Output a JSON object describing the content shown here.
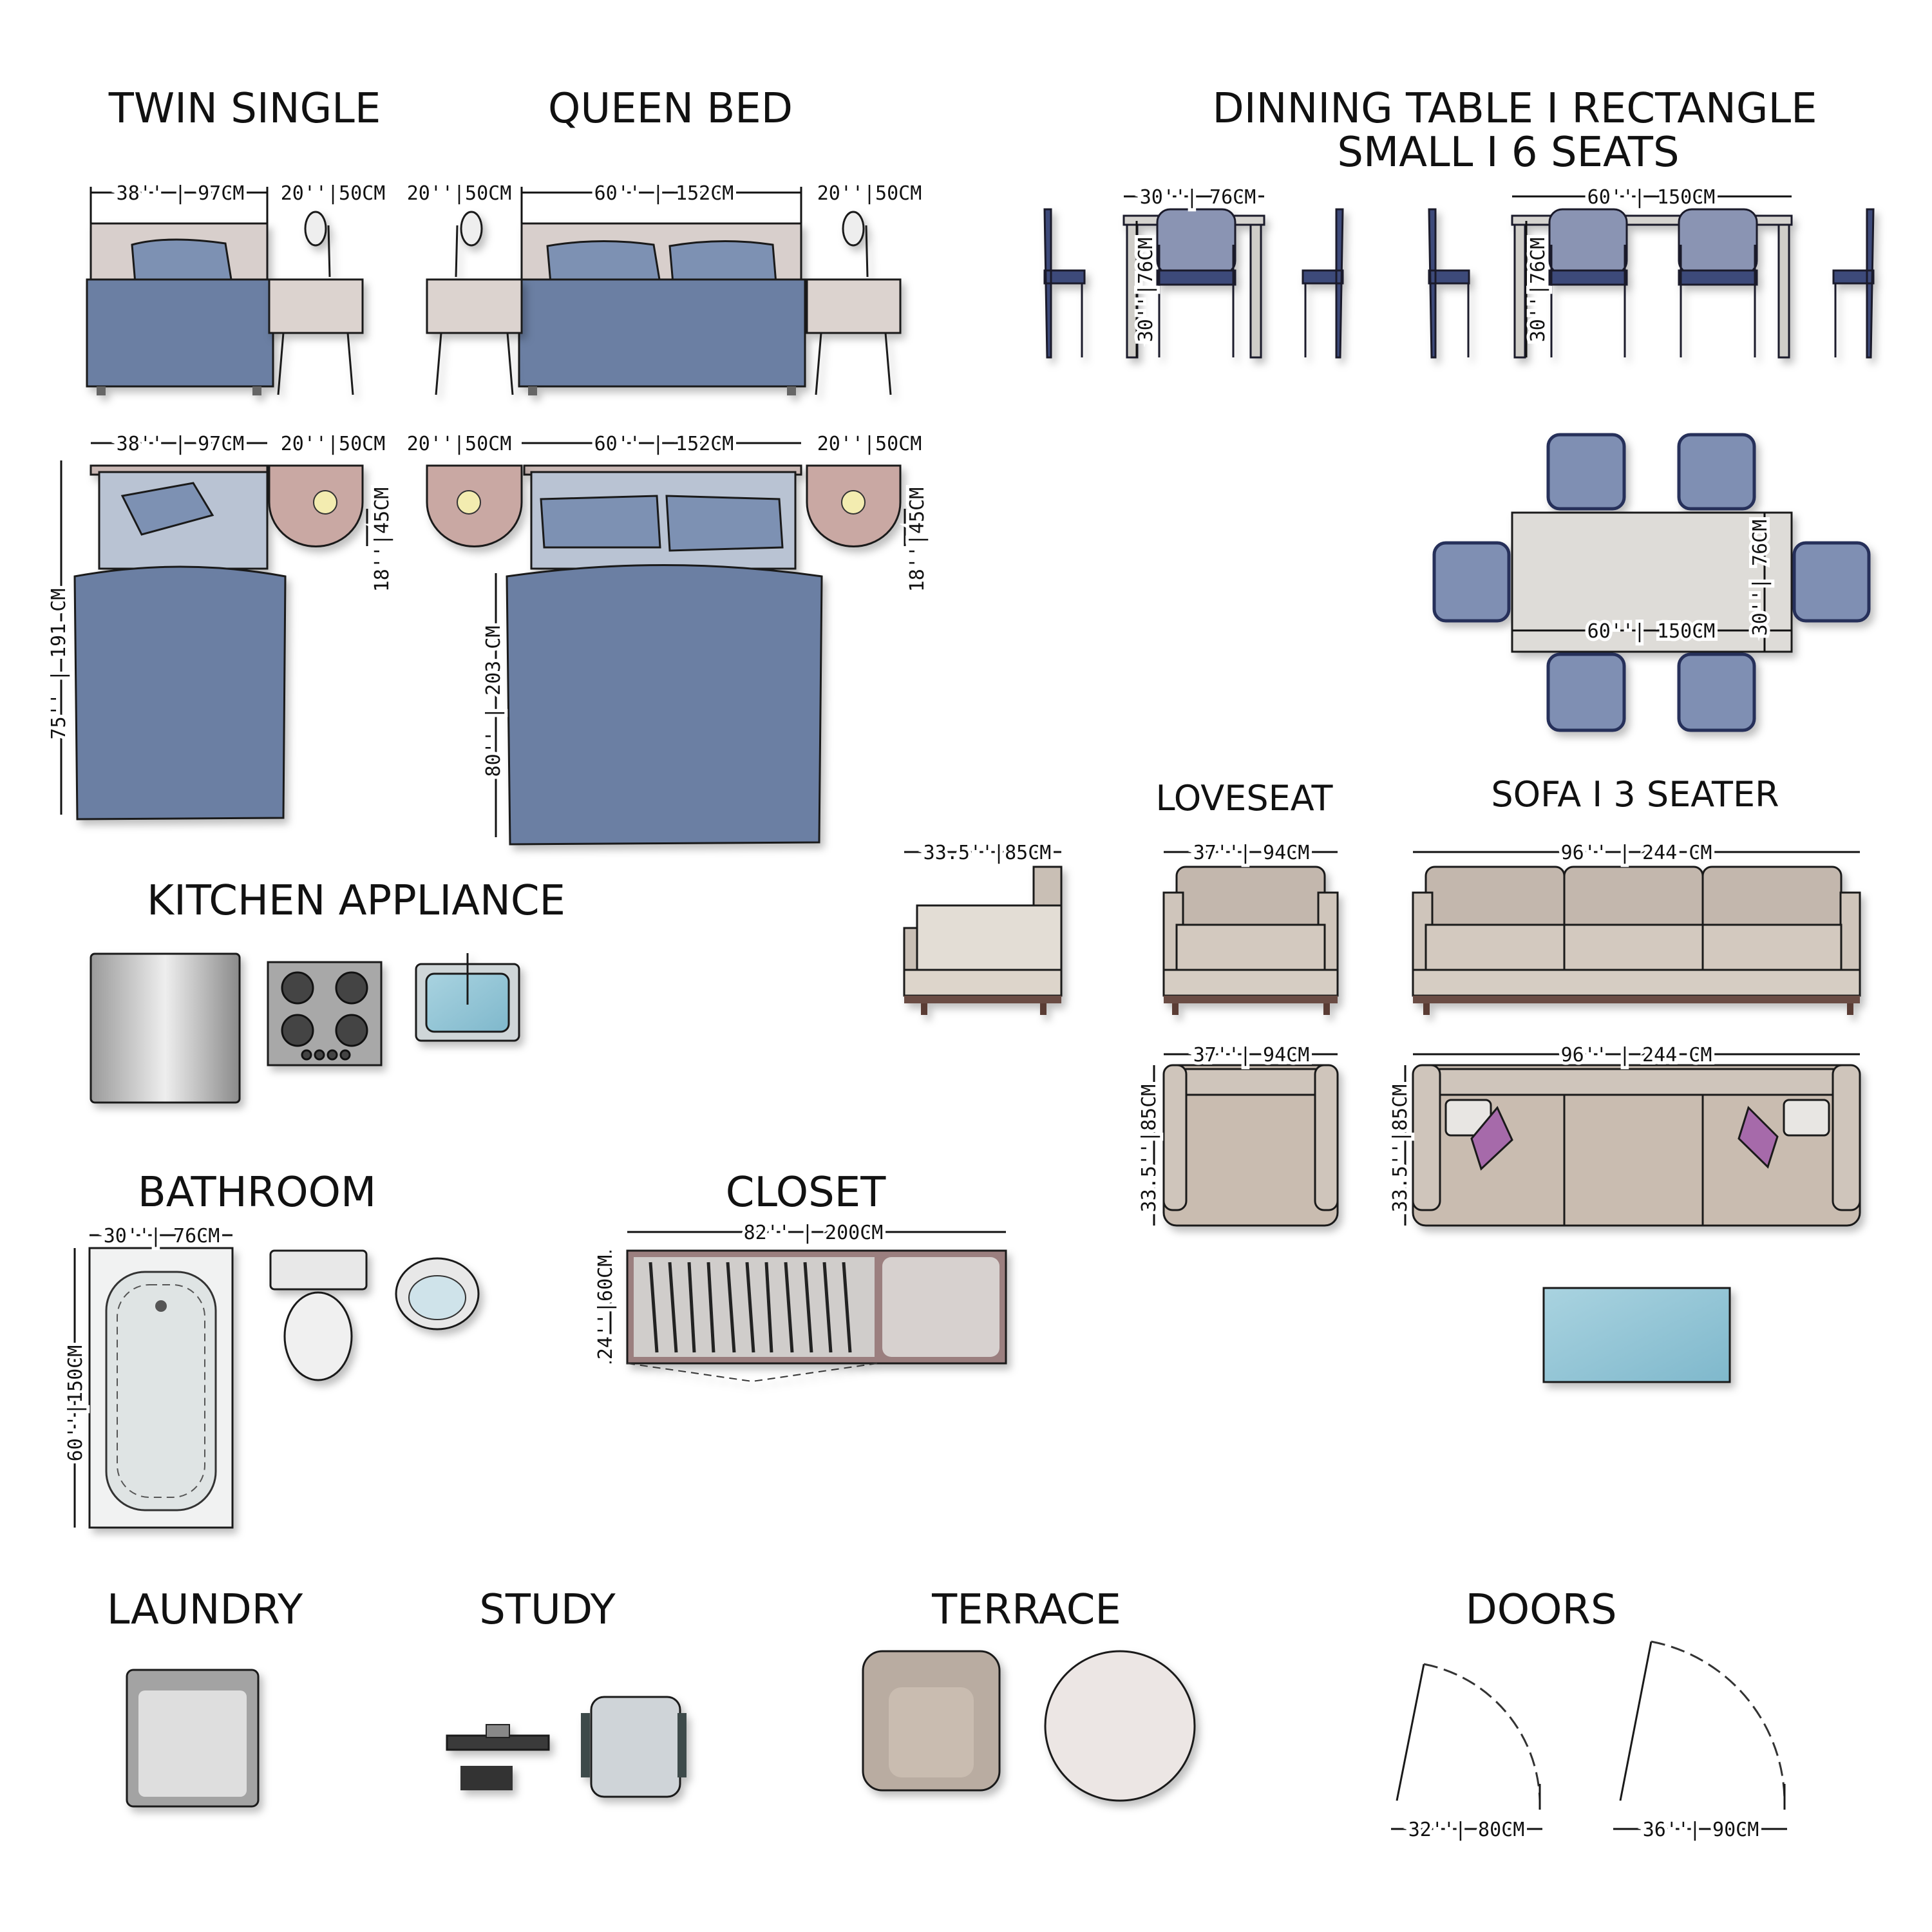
{
  "headings": {
    "twin": "TWIN SINGLE",
    "queen": "QUEEN BED",
    "dining_line1": "DINNING TABLE I RECTANGLE",
    "dining_line2": "SMALL I 6 SEATS",
    "loveseat": "LOVESEAT",
    "sofa": "SOFA I 3 SEATER",
    "kitchen": "KITCHEN APPLIANCE",
    "bathroom": "BATHROOM",
    "closet": "CLOSET",
    "laundry": "LAUNDRY",
    "study": "STUDY",
    "terrace": "TERRACE",
    "doors": "DOORS"
  },
  "dims": {
    "twin_width": "38''  | 97CM",
    "nightstand": "20''|50CM",
    "queen_width": "60''  | 152CM",
    "twin_length": "75''  | 191 CM",
    "queen_length": "80''  | 203 CM",
    "nightstand_depth": "18''|45CM",
    "dining_depth": "30''| 76CM",
    "dining_width": "60''| 150CM",
    "dining_height": "30''|76CM",
    "dining_top_width": "60''| 150CM",
    "dining_top_depth": "30''| 76CM",
    "sofa_side_depth": "33.5''|85CM",
    "loveseat_width": "37''| 94CM",
    "sofa_width": "96''  | 244  CM",
    "seat_depth": "33.5''|85CM",
    "tub_width": "30''| 76CM",
    "tub_length": "60''|150CM",
    "closet_width": "82''  | 200CM",
    "closet_depth": "24''|60CM",
    "door_small": "32''| 80CM",
    "door_large": "36''| 90CM"
  },
  "colors": {
    "bedding": "#6b7fa3",
    "chair": "#3d4a7a",
    "upholstery": "#c9bfb5",
    "wood": "#d8cfcc",
    "pillow_accent": "#a66aaa"
  }
}
